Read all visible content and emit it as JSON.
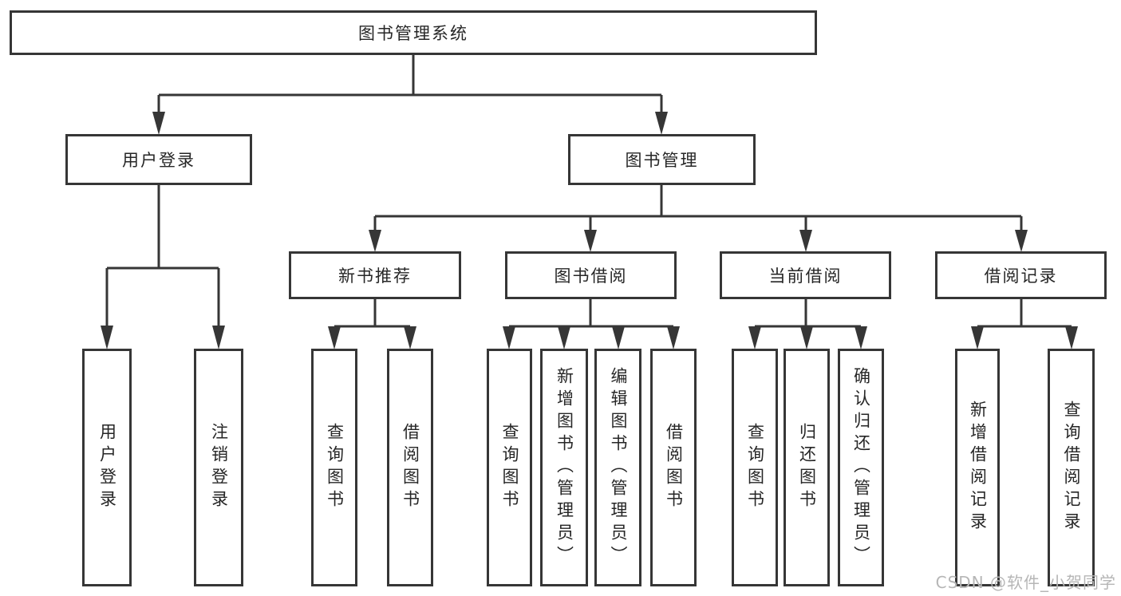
{
  "tree": {
    "label": "图书管理系统",
    "children": [
      {
        "label": "用户登录",
        "children": [
          {
            "label": "用户登录"
          },
          {
            "label": "注销登录"
          }
        ]
      },
      {
        "label": "图书管理",
        "children": [
          {
            "label": "新书推荐",
            "children": [
              {
                "label": "查询图书"
              },
              {
                "label": "借阅图书"
              }
            ]
          },
          {
            "label": "图书借阅",
            "children": [
              {
                "label": "查询图书"
              },
              {
                "label": "新增图书（管理员）"
              },
              {
                "label": "编辑图书（管理员）"
              },
              {
                "label": "借阅图书"
              }
            ]
          },
          {
            "label": "当前借阅",
            "children": [
              {
                "label": "查询图书"
              },
              {
                "label": "归还图书"
              },
              {
                "label": "确认归还（管理员）"
              }
            ]
          },
          {
            "label": "借阅记录",
            "children": [
              {
                "label": "新增借阅记录"
              },
              {
                "label": "查询借阅记录"
              }
            ]
          }
        ]
      }
    ]
  },
  "watermark": {
    "text": "CSDN @软件_小贺同学"
  },
  "colors": {
    "line": "#363636",
    "node_border": "#363636",
    "node_text": "#262626",
    "background": "#ffffff",
    "watermark": "#b6b6b6"
  }
}
